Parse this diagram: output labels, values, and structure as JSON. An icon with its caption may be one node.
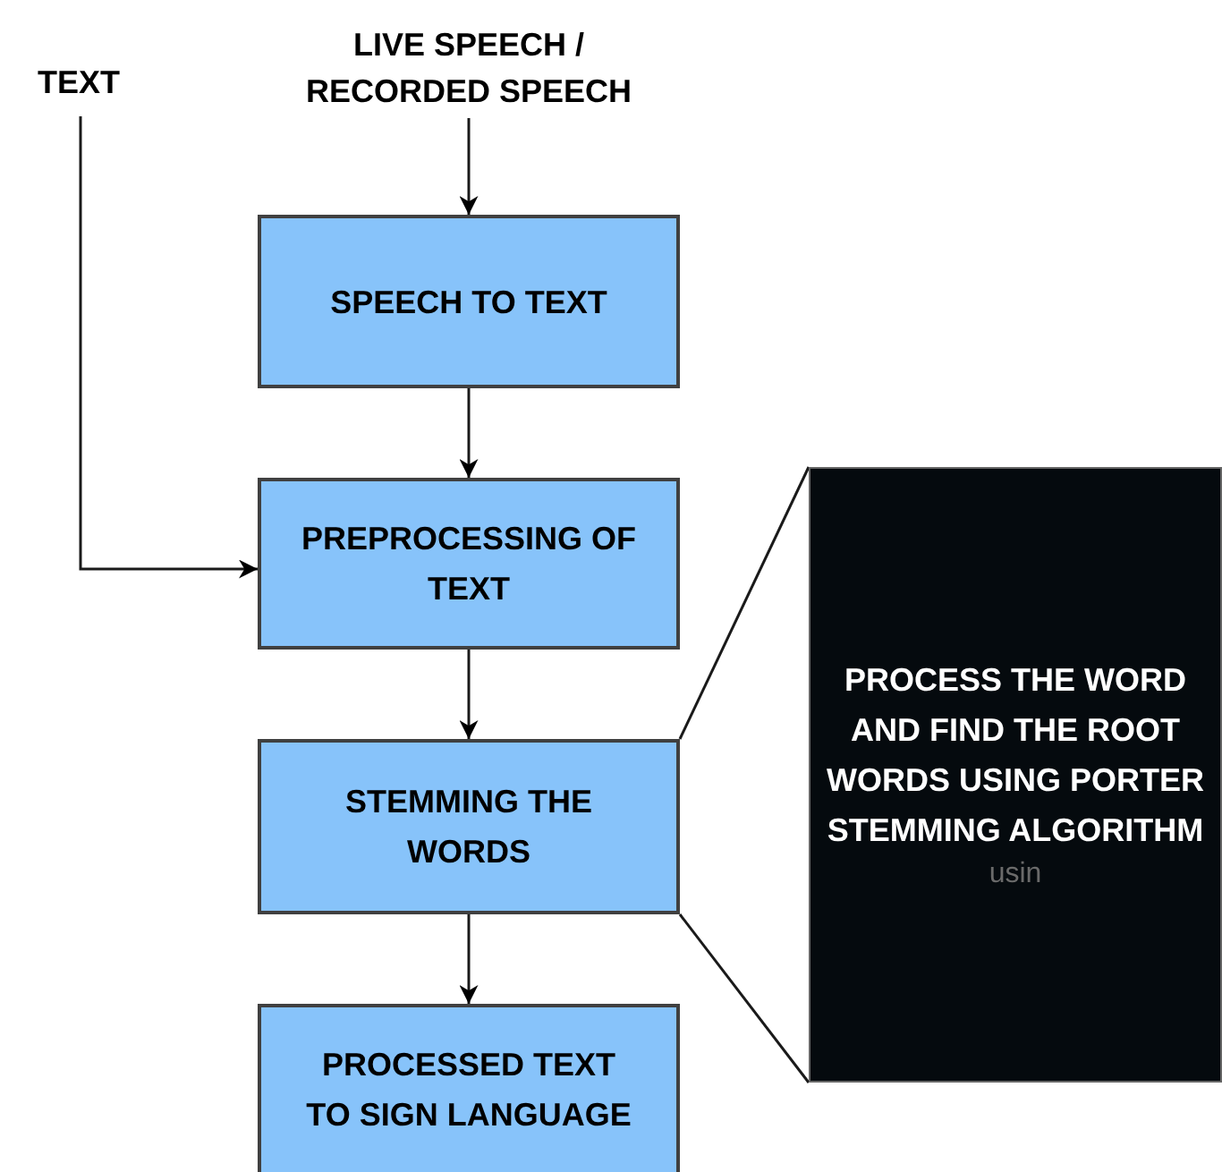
{
  "diagram": {
    "nodes": [
      {
        "text": [
          "TEXT"
        ]
      },
      {
        "text": [
          "LIVE SPEECH / RECORDED SPEECH"
        ]
      },
      {
        "text": [
          "SPEECH TO TEXT"
        ]
      },
      {
        "text": [
          "PREPROCESSING OF TEXT"
        ]
      },
      {
        "text": [
          "STEMMING THE WORDS"
        ]
      },
      {
        "text": [
          "PROCESSED TEXT TO SIGN LANGUAGE"
        ]
      },
      {
        "text": [
          "PROCESS THE WORD AND FIND THE ROOT WORDS USING PORTER STEMMING ALGORITHM",
          "usin"
        ]
      }
    ],
    "edges": [
      {
        "from": 1,
        "to": 2,
        "arrow": "to"
      },
      {
        "from": 2,
        "to": 3,
        "arrow": "to"
      },
      {
        "from": 0,
        "to": 3,
        "arrow": "to"
      },
      {
        "from": 3,
        "to": 4,
        "arrow": "to"
      },
      {
        "from": 4,
        "to": 5,
        "arrow": "to"
      },
      {
        "from": 4,
        "to": 6,
        "arrow": "none"
      },
      {
        "from": 4,
        "to": 6,
        "arrow": "none"
      }
    ]
  }
}
